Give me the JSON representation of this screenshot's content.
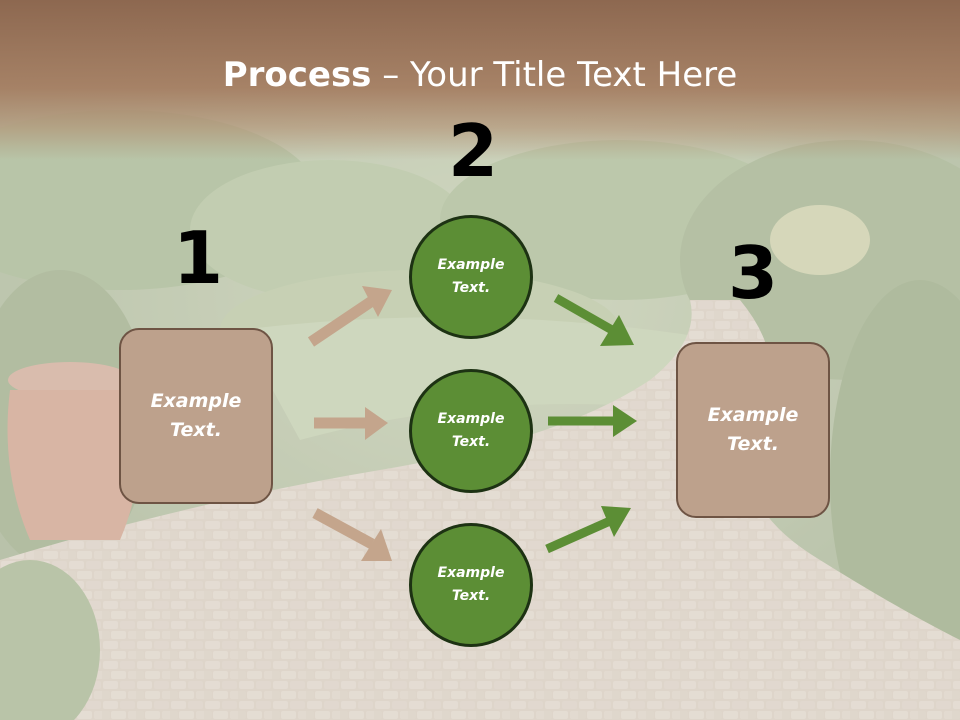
{
  "title": {
    "bold_part": "Process",
    "rest_part": " – Your Title Text Here"
  },
  "steps": {
    "one": "1",
    "two": "2",
    "three": "3"
  },
  "left_box": {
    "line1": "Example",
    "line2": "Text."
  },
  "right_box": {
    "line1": "Example",
    "line2": "Text."
  },
  "circles": [
    {
      "line1": "Example",
      "line2": "Text."
    },
    {
      "line1": "Example",
      "line2": "Text."
    },
    {
      "line1": "Example",
      "line2": "Text."
    }
  ],
  "colors": {
    "title_band": "#8c664e",
    "box_fill": "#bda18c",
    "box_border": "#6e5444",
    "circle_fill": "#5c8e35",
    "circle_border": "#1d3213",
    "tan_arrow": "#c4a58c",
    "green_arrow": "#5c8e35"
  }
}
